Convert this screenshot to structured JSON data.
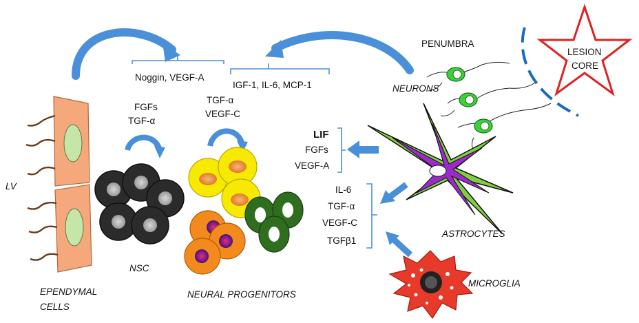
{
  "labels": {
    "lv": "LV",
    "ependymal_line1": "EPENDYMAL",
    "ependymal_line2": "CELLS",
    "nsc": "NSC",
    "neural_progenitors": "NEURAL PROGENITORS",
    "neurons": "NEURONS",
    "penumbra": "PENUMBRA",
    "lesion_core_line1": "LESION",
    "lesion_core_line2": "CORE",
    "astrocytes": "ASTROCYTES",
    "microglia": "MICROGLIA"
  },
  "factors": {
    "noggin_vegfa": "Noggin, VEGF-A",
    "igf_il6_mcp1": "IGF-1, IL-6, MCP-1",
    "nsc_factors": [
      "FGFs",
      "TGF-α"
    ],
    "progenitor_factors": [
      "TGF-α",
      "VEGF-C"
    ],
    "astrocyte_factors": [
      "LIF",
      "FGFs",
      "VEGF-A"
    ],
    "microglia_factors": [
      "IL-6",
      "TGF-α",
      "VEGF-C",
      "TGFβ1"
    ]
  },
  "colors": {
    "arrow_blue": "#4a90d9",
    "ependymal_fill": "#f4a87c",
    "nucleus_green": "#c6e6a8",
    "nsc_dark": "#2b2b2b",
    "progenitor_yellow": "#f7ea00",
    "progenitor_orange": "#f28a1d",
    "progenitor_green": "#2f6e1f",
    "lesion_red": "#e02020",
    "microglia_red": "#e83a2a"
  }
}
